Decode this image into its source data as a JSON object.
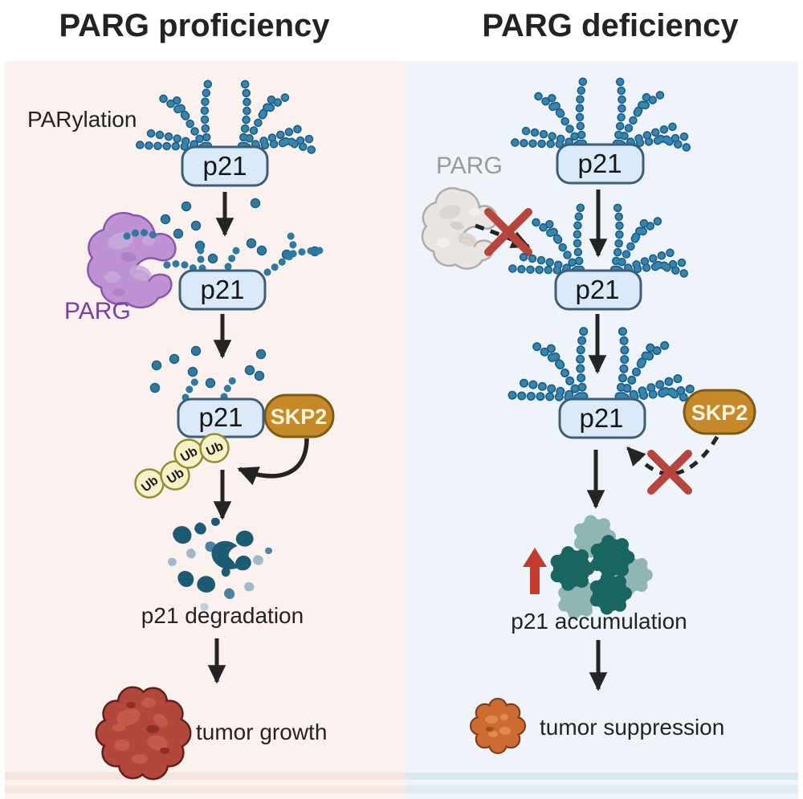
{
  "shared": {
    "p21_label": "p21",
    "skp2_label": "SKP2",
    "ub_label": "Ub"
  },
  "left_panel": {
    "title": "PARG proficiency",
    "parylation_label": "PARylation",
    "parg_label": "PARG",
    "degradation_label": "p21 degradation",
    "outcome_label": "tumor growth"
  },
  "right_panel": {
    "title": "PARG deficiency",
    "parg_label": "PARG",
    "accumulation_label": "p21 accumulation",
    "outcome_label": "tumor suppression"
  },
  "colors": {
    "left_panel_bg": "#fbf2ef",
    "right_panel_bg": "#eff4fa",
    "left_title": "#a32b22",
    "right_title": "#1e5080",
    "p21_fill": "#daeaf8",
    "p21_border": "#3c5e77",
    "par_bead": "#3486b1",
    "par_bead_edge": "#1e5e84",
    "skp2_fill": "#c5892a",
    "skp2_border": "#7e5a14",
    "skp2_text": "#faf3dd",
    "ub_fill": "#f6f1c8",
    "ub_border": "#958d2e",
    "parg_enzyme_purple": "#bd93d3",
    "parg_enzyme_purple_border": "#8d55ad",
    "parg_label_purple": "#7a3fa3",
    "parg_enzyme_gray": "#e8e5e2",
    "parg_enzyme_gray_border": "#b0aca8",
    "parg_label_gray": "#9b9b9b",
    "arrow": "#242424",
    "blocked_x": "#b8453c",
    "up_arrow": "#c23b2c",
    "degradation_dark": "#1d5a74",
    "degradation_medium": "#4b81a0",
    "degradation_light": "#9fb9c8",
    "accumulation_dark": "#19655f",
    "accumulation_light": "#8fb6b3",
    "tumor_growth_fill": "#b2473c",
    "tumor_growth_border": "#63201b",
    "tumor_suppression_fill": "#cd6b33",
    "tumor_suppression_border": "#7c3a16",
    "label_text": "#232323"
  }
}
